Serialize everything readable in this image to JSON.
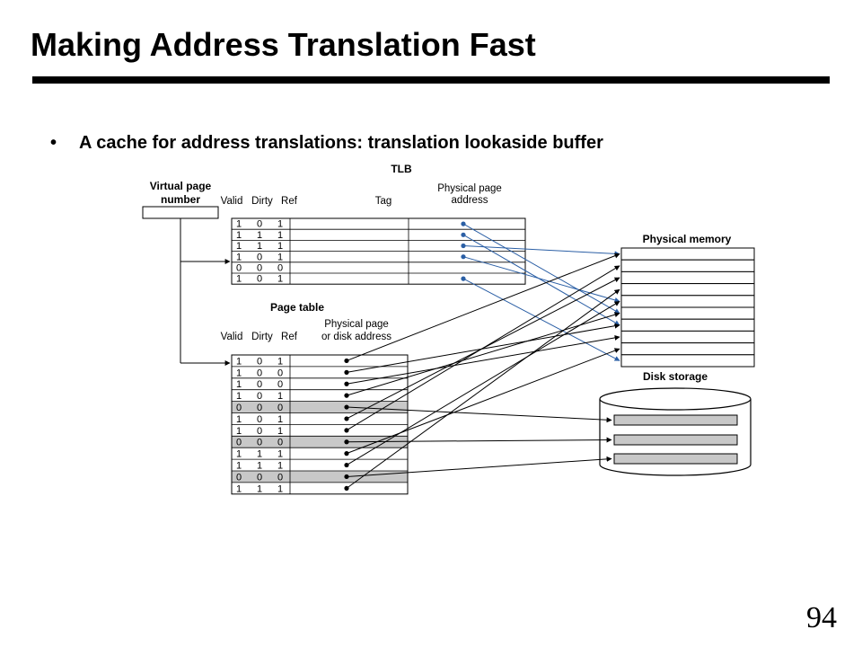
{
  "slide": {
    "title": "Making Address Translation Fast",
    "bullet": "A cache for address translations:  translation lookaside buffer",
    "bullet_marker": "•",
    "page_number": "94"
  },
  "diagram": {
    "vpn_label_line1": "Virtual page",
    "vpn_label_line2": "number",
    "tlb": {
      "title": "TLB",
      "col_valid": "Valid",
      "col_dirty": "Dirty",
      "col_ref": "Ref",
      "col_tag": "Tag",
      "col_ppa_line1": "Physical page",
      "col_ppa_line2": "address",
      "rows": [
        [
          "1",
          "0",
          "1"
        ],
        [
          "1",
          "1",
          "1"
        ],
        [
          "1",
          "1",
          "1"
        ],
        [
          "1",
          "0",
          "1"
        ],
        [
          "0",
          "0",
          "0"
        ],
        [
          "1",
          "0",
          "1"
        ]
      ],
      "pointer_rows": [
        0,
        1,
        2,
        3,
        5
      ],
      "pointer_targets": [
        5,
        6,
        0,
        4,
        9
      ]
    },
    "page_table": {
      "title": "Page table",
      "col_valid": "Valid",
      "col_dirty": "Dirty",
      "col_ref": "Ref",
      "col_addr_line1": "Physical page",
      "col_addr_line2": "or disk address",
      "rows": [
        [
          "1",
          "0",
          "1"
        ],
        [
          "1",
          "0",
          "0"
        ],
        [
          "1",
          "0",
          "0"
        ],
        [
          "1",
          "0",
          "1"
        ],
        [
          "0",
          "0",
          "0"
        ],
        [
          "1",
          "0",
          "1"
        ],
        [
          "1",
          "0",
          "1"
        ],
        [
          "0",
          "0",
          "0"
        ],
        [
          "1",
          "1",
          "1"
        ],
        [
          "1",
          "1",
          "1"
        ],
        [
          "0",
          "0",
          "0"
        ],
        [
          "1",
          "1",
          "1"
        ]
      ],
      "targets": [
        "mem:0",
        "mem:6",
        "mem:7",
        "mem:5",
        "disk:0",
        "mem:2",
        "mem:1",
        "disk:1",
        "mem:8",
        "mem:4",
        "disk:2",
        "mem:3"
      ]
    },
    "physical_memory": {
      "title": "Physical memory",
      "slots": 10
    },
    "disk_storage": {
      "title": "Disk storage",
      "blocks": 3
    },
    "colors": {
      "tlb_arrow": "#2b5fa5",
      "invalid_row": "#c8c8c8",
      "line": "#000000"
    }
  }
}
